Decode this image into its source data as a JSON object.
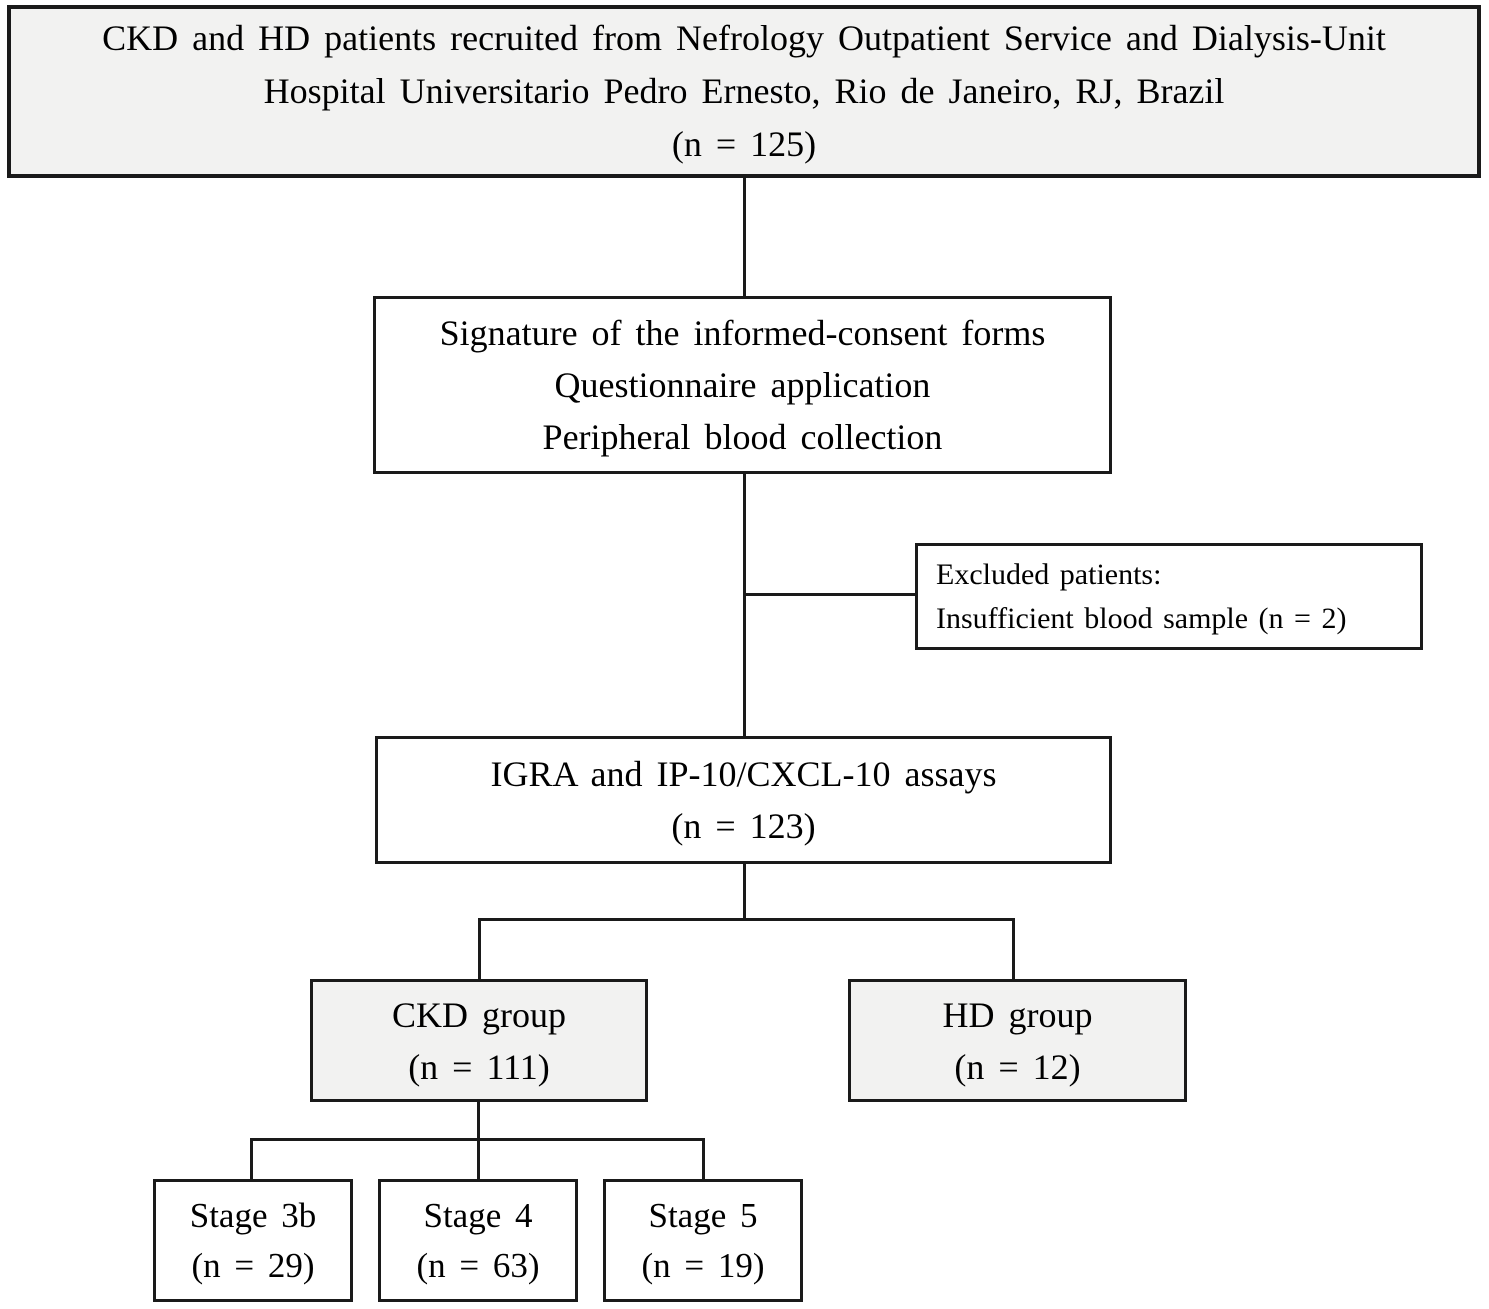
{
  "diagram": {
    "type": "flowchart",
    "title": "Study enrollment flow diagram",
    "colors": {
      "border": "#1a1a1a",
      "connector": "#1a1a1a",
      "shaded_box_fill": "#f2f2f1",
      "white_box_fill": "#ffffff",
      "text": "#000000",
      "background": "#ffffff"
    },
    "nodes": {
      "recruitment": {
        "lines": [
          "CKD and HD patients recruited from Nefrology Outpatient Service and Dialysis-Unit",
          "Hospital Universitario Pedro Ernesto, Rio de Janeiro, RJ, Brazil",
          "(n = 125)"
        ]
      },
      "procedures": {
        "lines": [
          "Signature of the informed-consent forms",
          "Questionnaire application",
          "Peripheral blood collection"
        ]
      },
      "excluded": {
        "lines": [
          "Excluded patients:",
          "Insufficient blood sample (n = 2)"
        ]
      },
      "assays": {
        "lines": [
          "IGRA and IP-10/CXCL-10 assays",
          "(n = 123)"
        ]
      },
      "ckd_group": {
        "lines": [
          "CKD group",
          "(n = 111)"
        ]
      },
      "hd_group": {
        "lines": [
          "HD group",
          "(n = 12)"
        ]
      },
      "stage_3b": {
        "lines": [
          "Stage 3b",
          "(n = 29)"
        ]
      },
      "stage_4": {
        "lines": [
          "Stage 4",
          "(n = 63)"
        ]
      },
      "stage_5": {
        "lines": [
          "Stage 5",
          "(n = 19)"
        ]
      }
    }
  }
}
